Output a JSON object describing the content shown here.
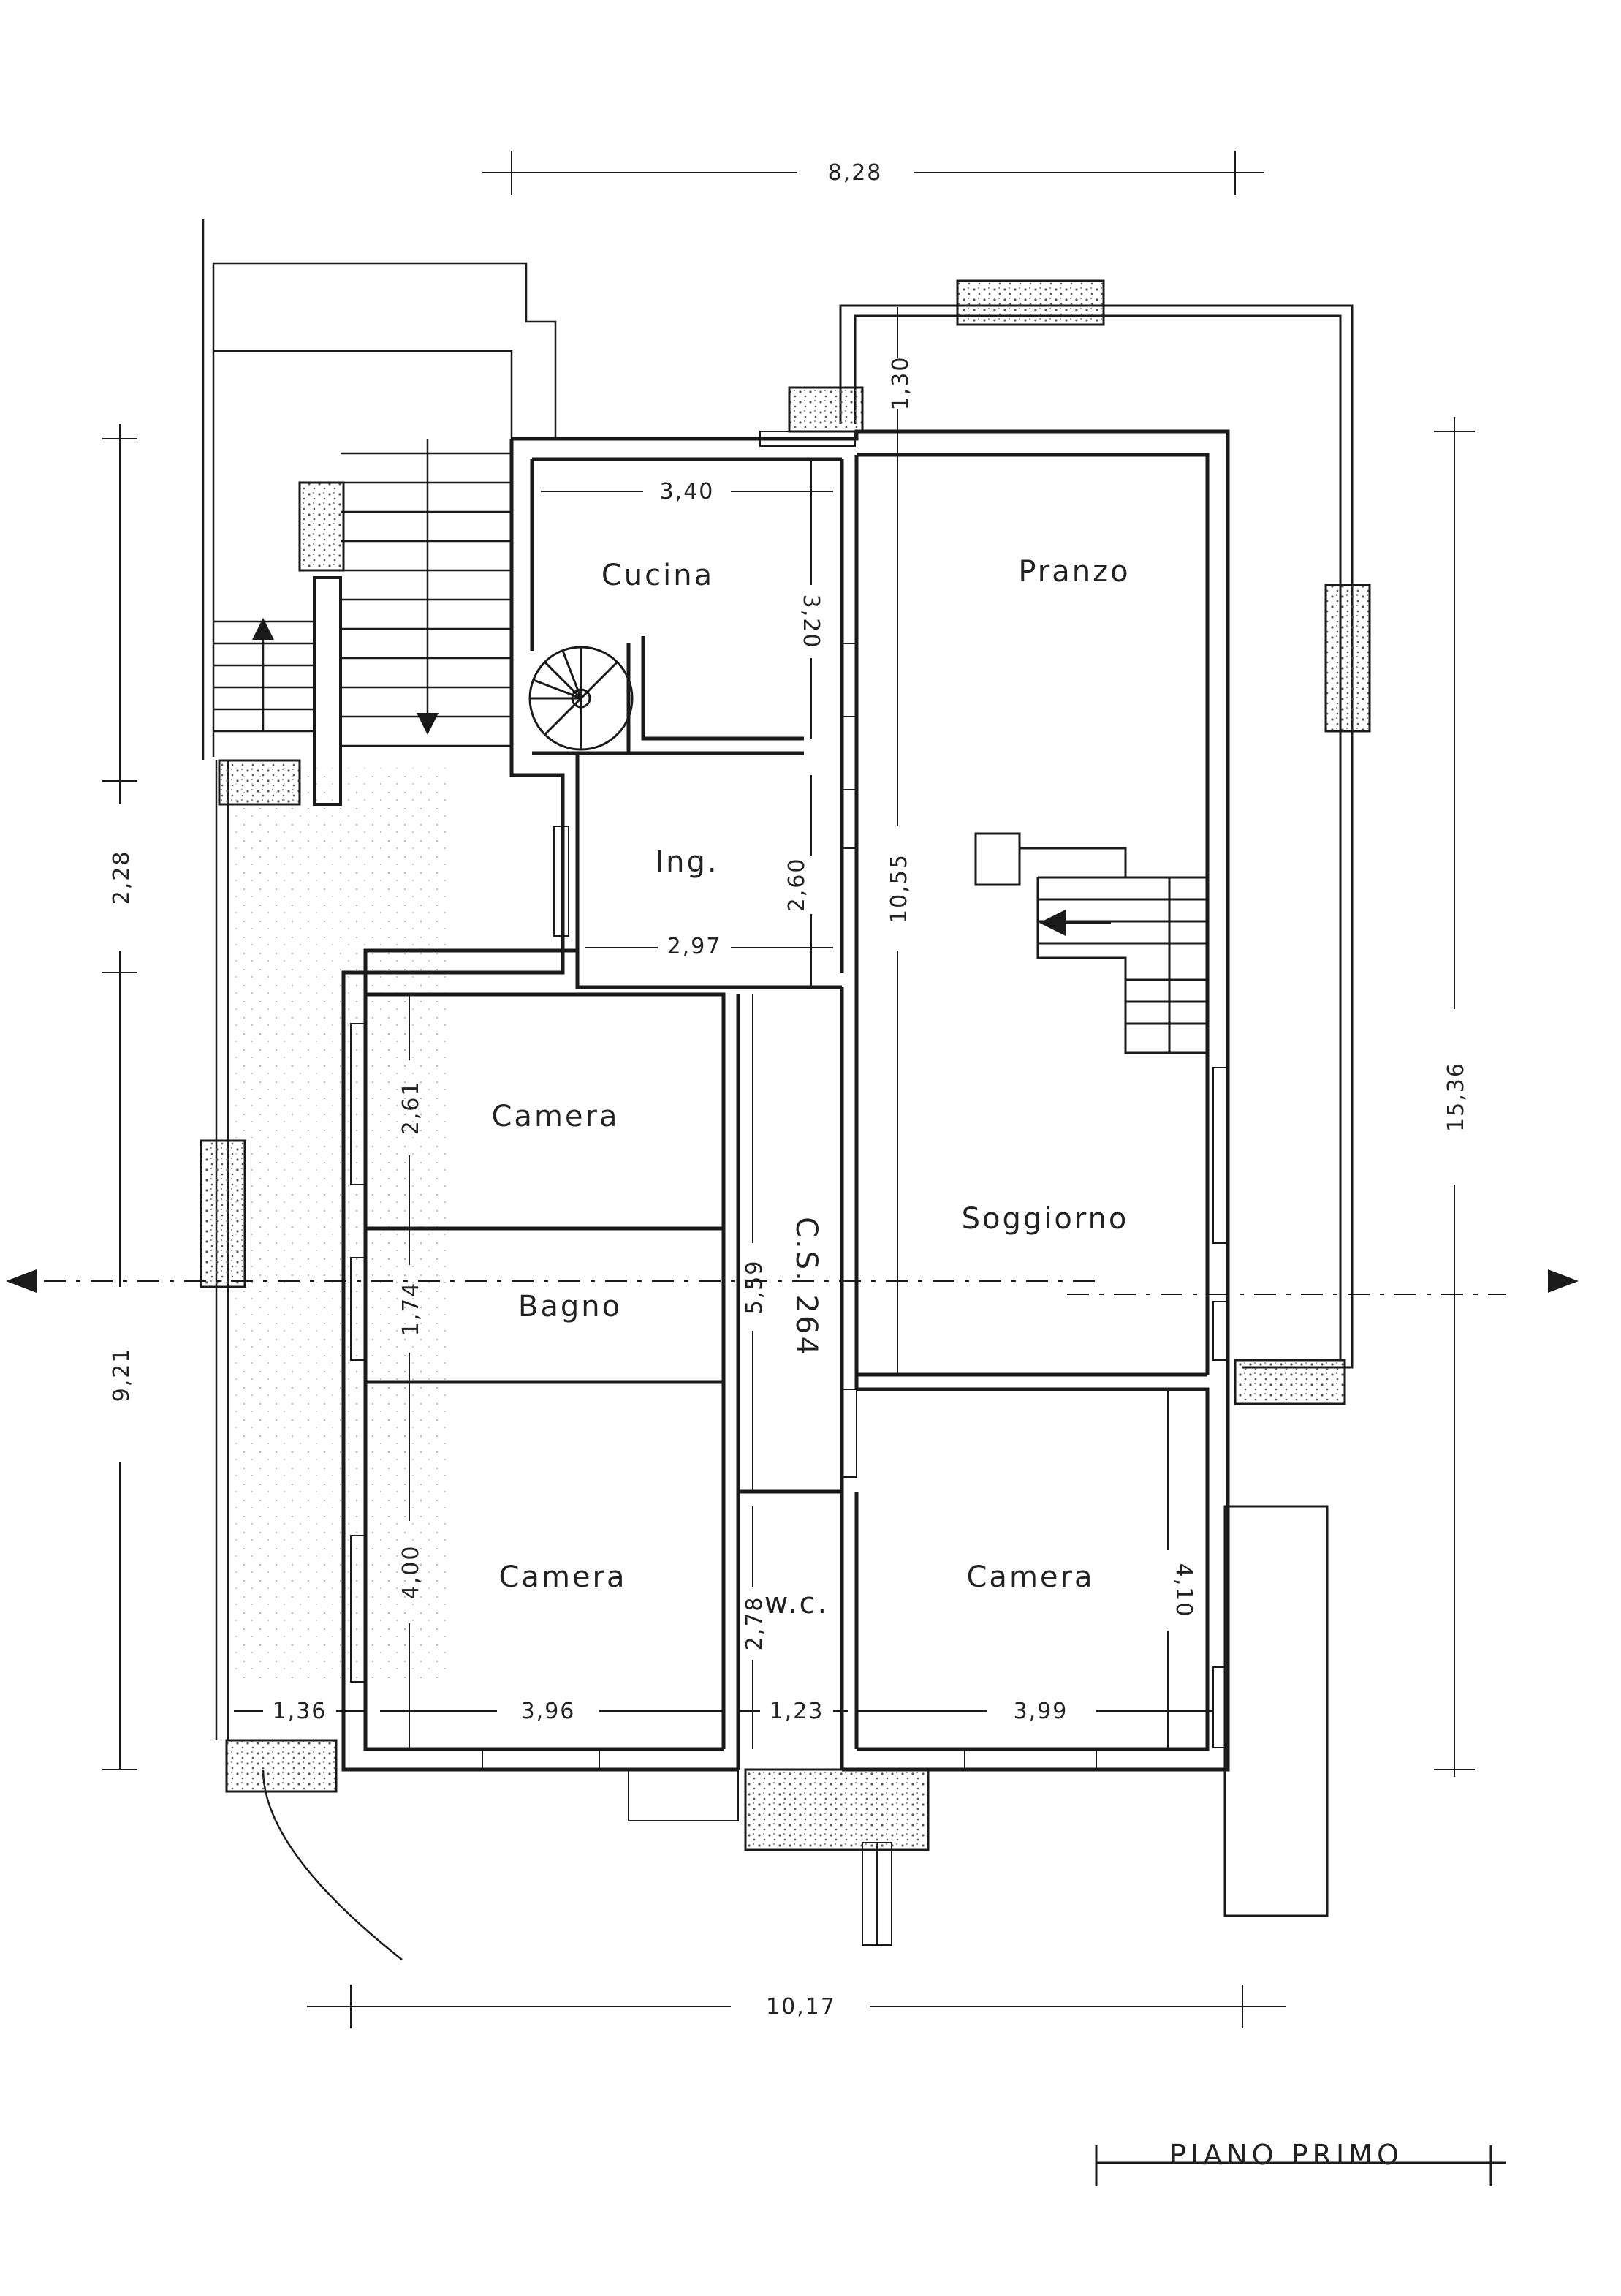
{
  "colors": {
    "ink": "#1a1a1a",
    "paper": "#ffffff",
    "hatch": "#555555"
  },
  "rooms": {
    "cucina": "Cucina",
    "pranzo": "Pranzo",
    "ingresso": "Ing.",
    "soggiorno": "Soggiorno",
    "camera_1": "Camera",
    "bagno": "Bagno",
    "camera_2": "Camera",
    "wc": "w.c.",
    "camera_3": "Camera",
    "cs": "C.S. 264"
  },
  "dimensions": {
    "top_width": "8,28",
    "balcony_depth": "1,30",
    "cucina_width": "3,40",
    "cucina_depth": "3,20",
    "ingresso_depth": "2,60",
    "ingresso_width": "2,97",
    "pranzo_soggiorno_depth": "10,55",
    "right_total": "15,36",
    "left_upper": "2,28",
    "left_lower": "9,21",
    "camera_1_depth": "2,61",
    "bagno_depth": "1,74",
    "corridor_length": "5,59",
    "camera_2_depth": "4,00",
    "wc_depth": "2,78",
    "camera_3_depth": "4,10",
    "bottom_left": "1,36",
    "camera_2_width": "3,96",
    "wc_width": "1,23",
    "camera_3_width": "3,99",
    "bottom_width": "10,17"
  },
  "title_block": {
    "label": "PIANO PRIMO"
  }
}
